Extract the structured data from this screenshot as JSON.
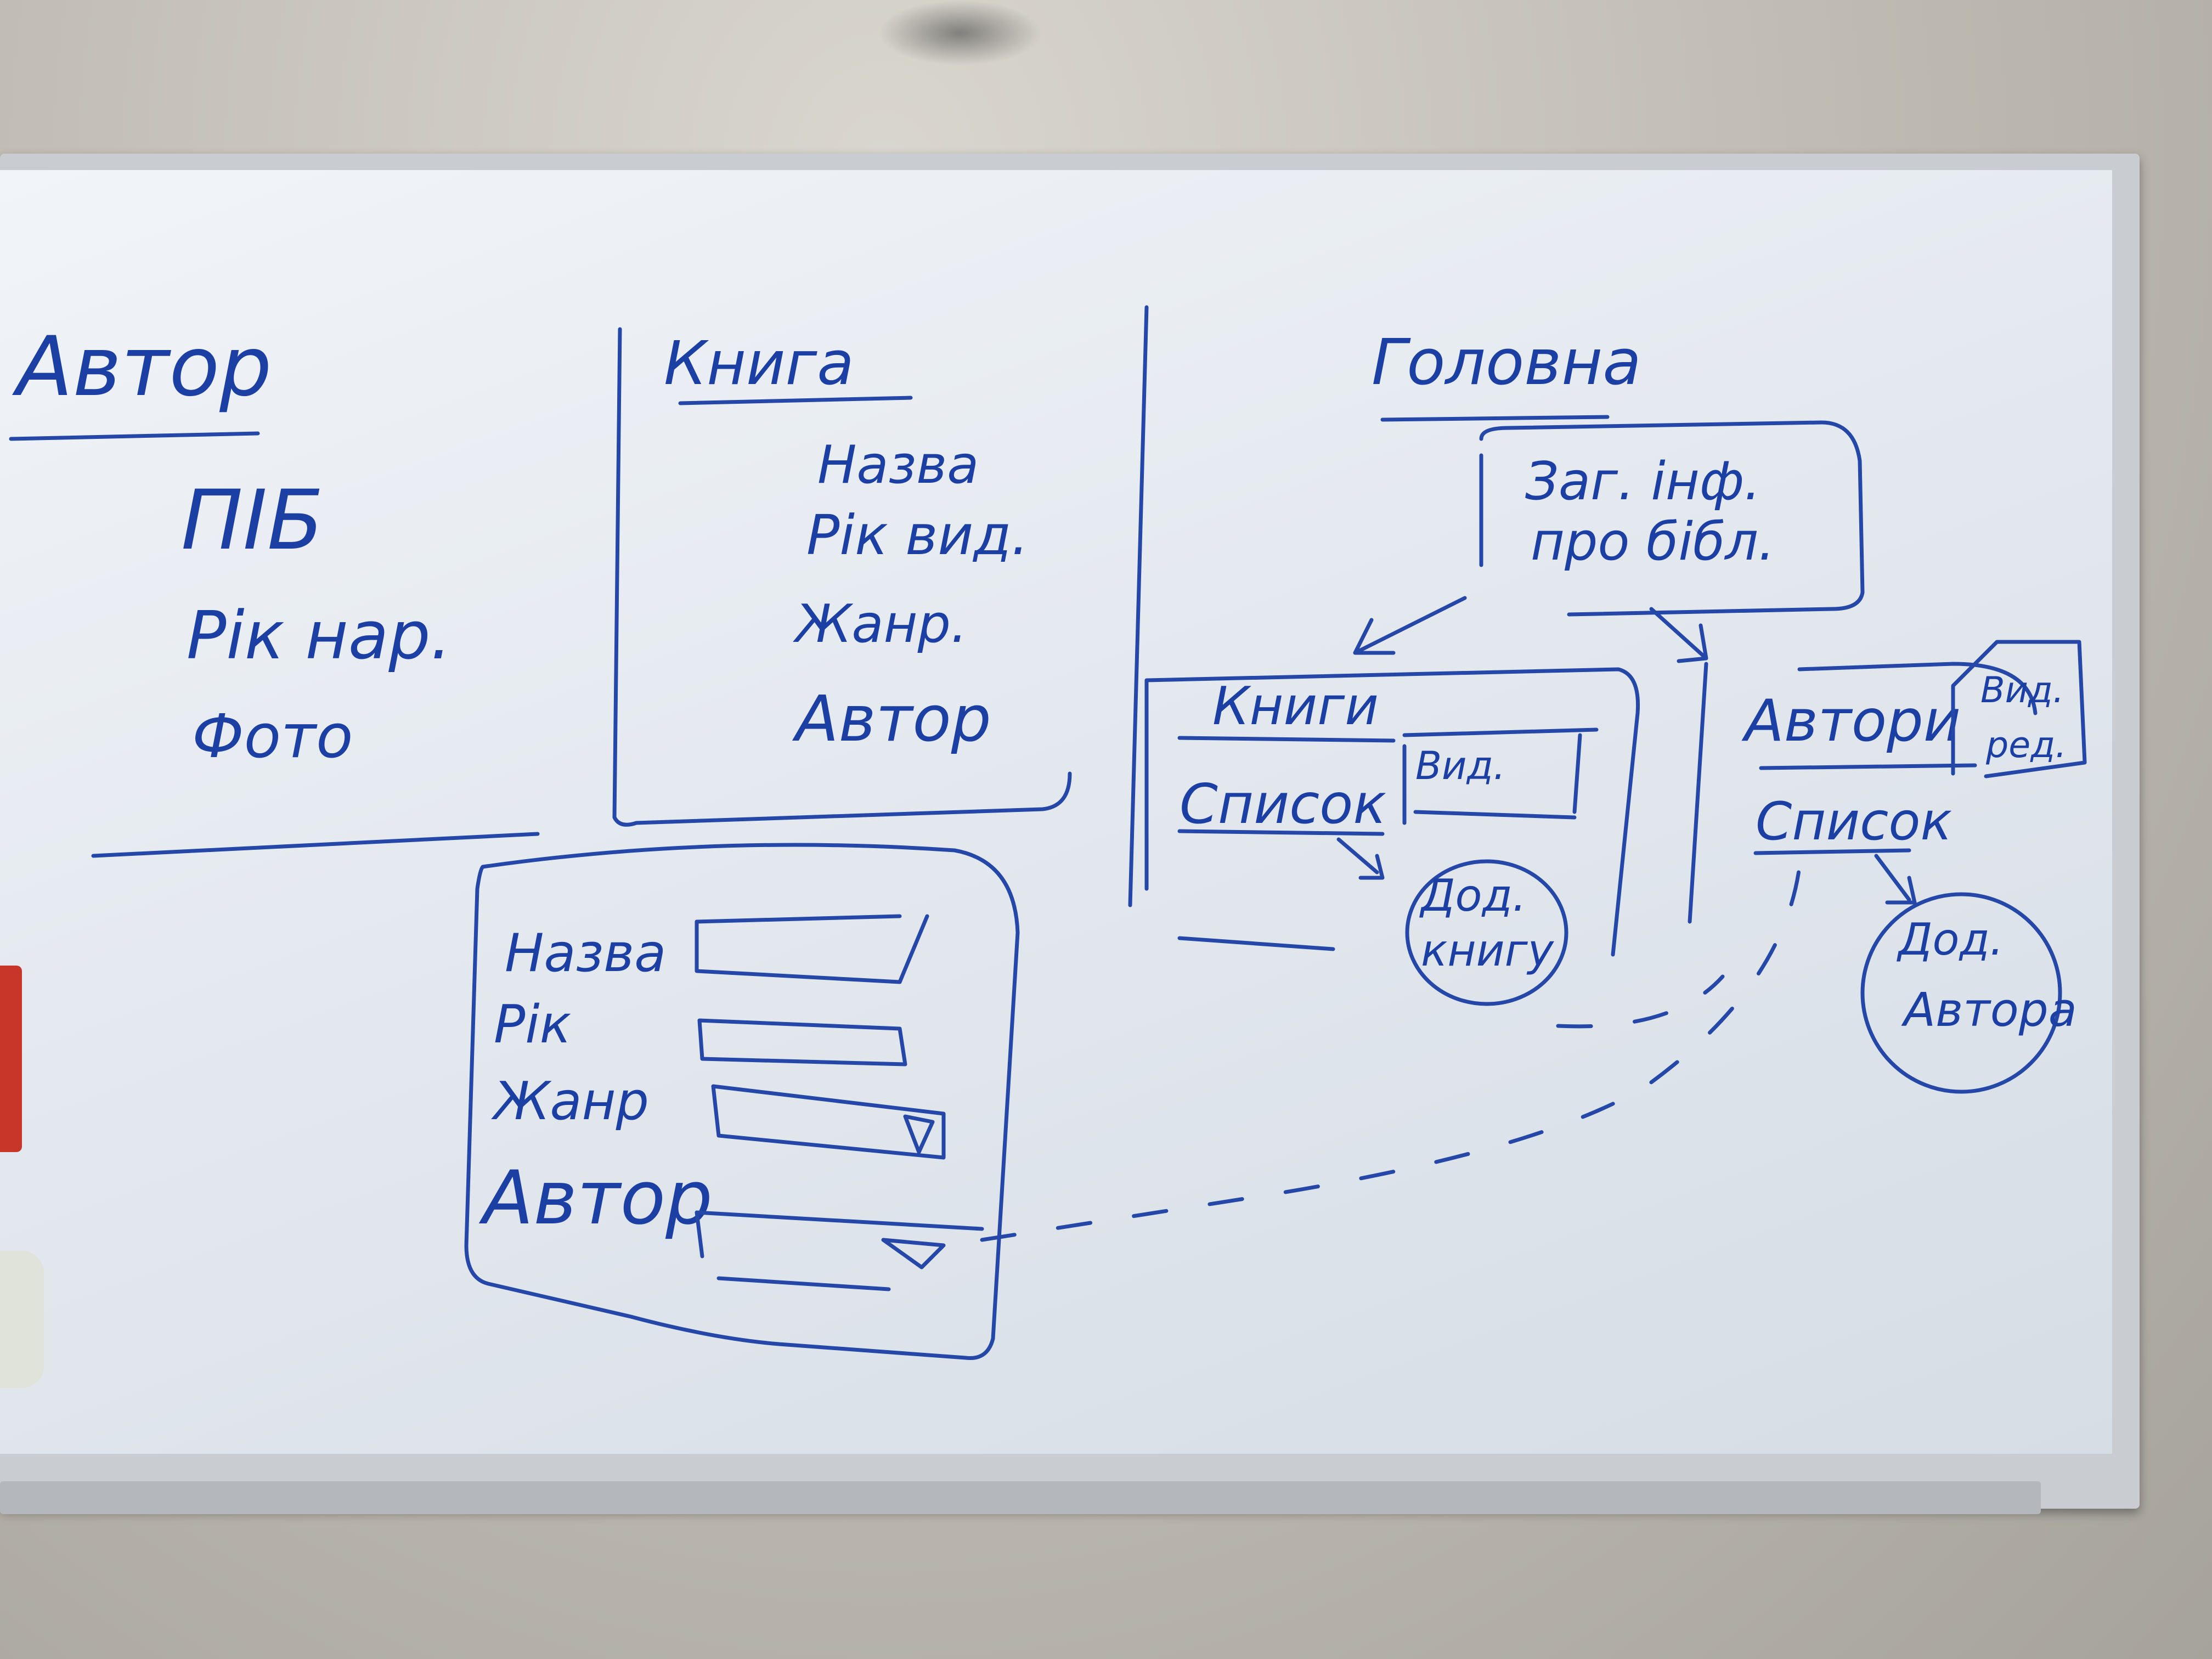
{
  "colors": {
    "ink": "#1c3fa4",
    "board": "#e4e9ef",
    "frame": "#c9ccd0"
  },
  "author_section": {
    "title": "Автор",
    "fields": [
      "ПІБ",
      "Рік нар.",
      "Фото"
    ]
  },
  "book_section": {
    "title": "Книга",
    "fields": [
      "Назва",
      "Рік вид.",
      "Жанр.",
      "Автор"
    ]
  },
  "form_sketch": {
    "labels": [
      "Назва",
      "Рік",
      "Жанр",
      "Автор"
    ]
  },
  "main_section": {
    "title": "Головна",
    "info_box": [
      "Заг. інф.",
      "про бібл."
    ],
    "books_box": {
      "title": "Книги",
      "list": "Список",
      "delete": "Вид.",
      "add": [
        "Дод.",
        "книгу"
      ]
    },
    "authors_box": {
      "title": "Автори",
      "list": "Список",
      "delete_edit": [
        "Вид.",
        "ред."
      ],
      "add": [
        "Дод.",
        "Автора"
      ]
    }
  }
}
